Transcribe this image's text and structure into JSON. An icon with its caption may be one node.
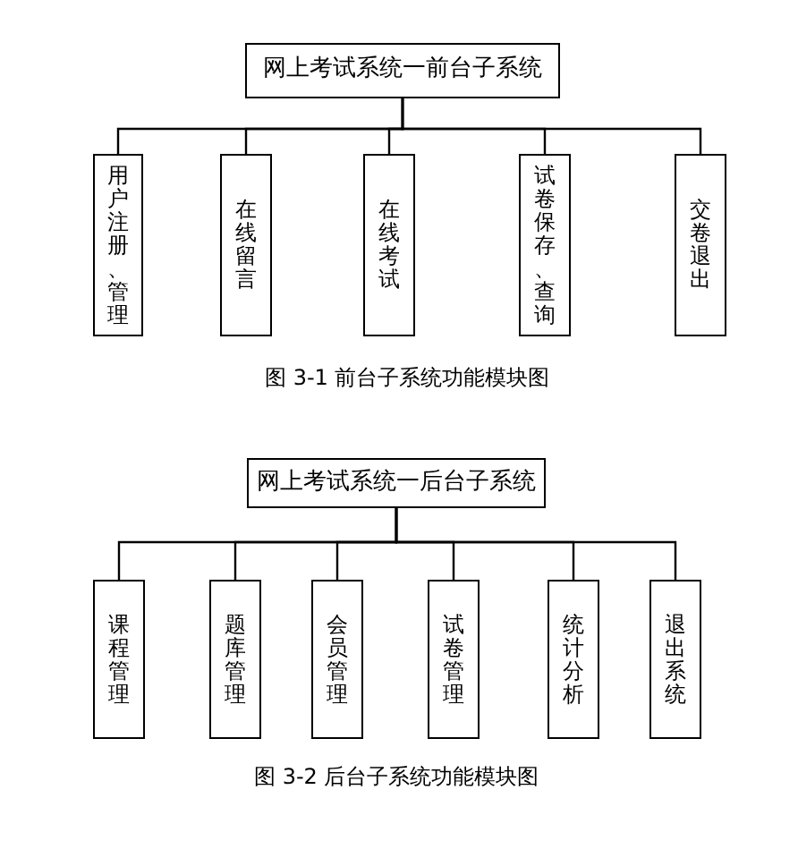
{
  "diagram": {
    "nodes": [
      {
        "text": [
          "网上考试系统一前台子系统"
        ]
      },
      {
        "text": [
          "用户注册、管理"
        ]
      },
      {
        "text": [
          "在线留言"
        ]
      },
      {
        "text": [
          "在线考试"
        ]
      },
      {
        "text": [
          "试卷保存、查询"
        ]
      },
      {
        "text": [
          "交卷退出"
        ]
      },
      {
        "text": [
          "网上考试系统一后台子系统"
        ]
      },
      {
        "text": [
          "课程管理"
        ]
      },
      {
        "text": [
          "题库管理"
        ]
      },
      {
        "text": [
          "会员管理"
        ]
      },
      {
        "text": [
          "试卷管理"
        ]
      },
      {
        "text": [
          "统计分析"
        ]
      },
      {
        "text": [
          "退出系统"
        ]
      }
    ],
    "edges": [
      {
        "from": 0,
        "to": 1,
        "arrow": "none"
      },
      {
        "from": 0,
        "to": 2,
        "arrow": "none"
      },
      {
        "from": 0,
        "to": 3,
        "arrow": "none"
      },
      {
        "from": 0,
        "to": 4,
        "arrow": "none"
      },
      {
        "from": 0,
        "to": 5,
        "arrow": "none"
      },
      {
        "from": 6,
        "to": 7,
        "arrow": "none"
      },
      {
        "from": 6,
        "to": 8,
        "arrow": "none"
      },
      {
        "from": 6,
        "to": 9,
        "arrow": "none"
      },
      {
        "from": 6,
        "to": 10,
        "arrow": "none"
      },
      {
        "from": 6,
        "to": 11,
        "arrow": "none"
      },
      {
        "from": 6,
        "to": 12,
        "arrow": "none"
      }
    ],
    "labels": [
      "图 3-1 前台子系统功能模块图",
      "图 3-2 后台子系统功能模块图"
    ]
  }
}
